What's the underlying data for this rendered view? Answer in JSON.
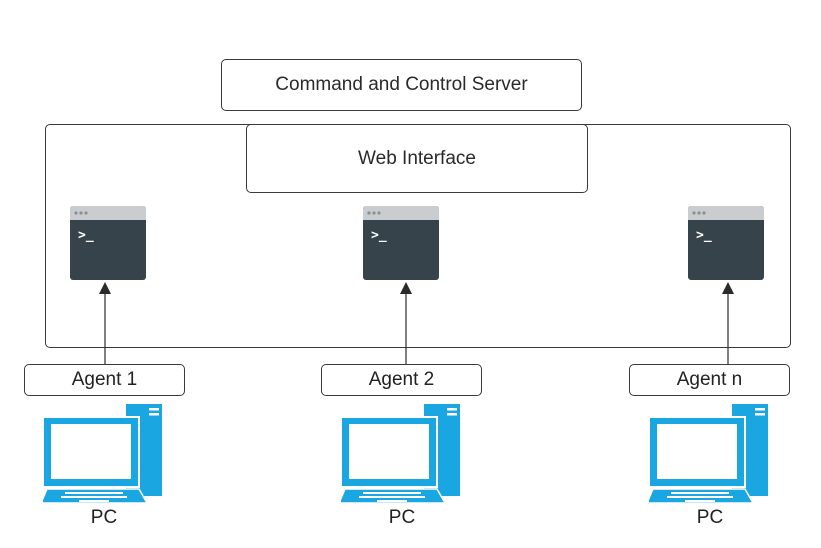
{
  "server": {
    "title": "Command and Control Server"
  },
  "web_interface": {
    "label": "Web Interface"
  },
  "agents": [
    {
      "label": "Agent 1"
    },
    {
      "label": "Agent 2"
    },
    {
      "label": "Agent n"
    }
  ],
  "pcs": [
    {
      "label": "PC"
    },
    {
      "label": "PC"
    },
    {
      "label": "PC"
    }
  ],
  "terminal_prompt": ">_",
  "colors": {
    "terminal_body": "#37434a",
    "terminal_titlebar": "#c9cdd0",
    "pc_blue": "#1aa6e0",
    "border": "#3a3a3a"
  }
}
